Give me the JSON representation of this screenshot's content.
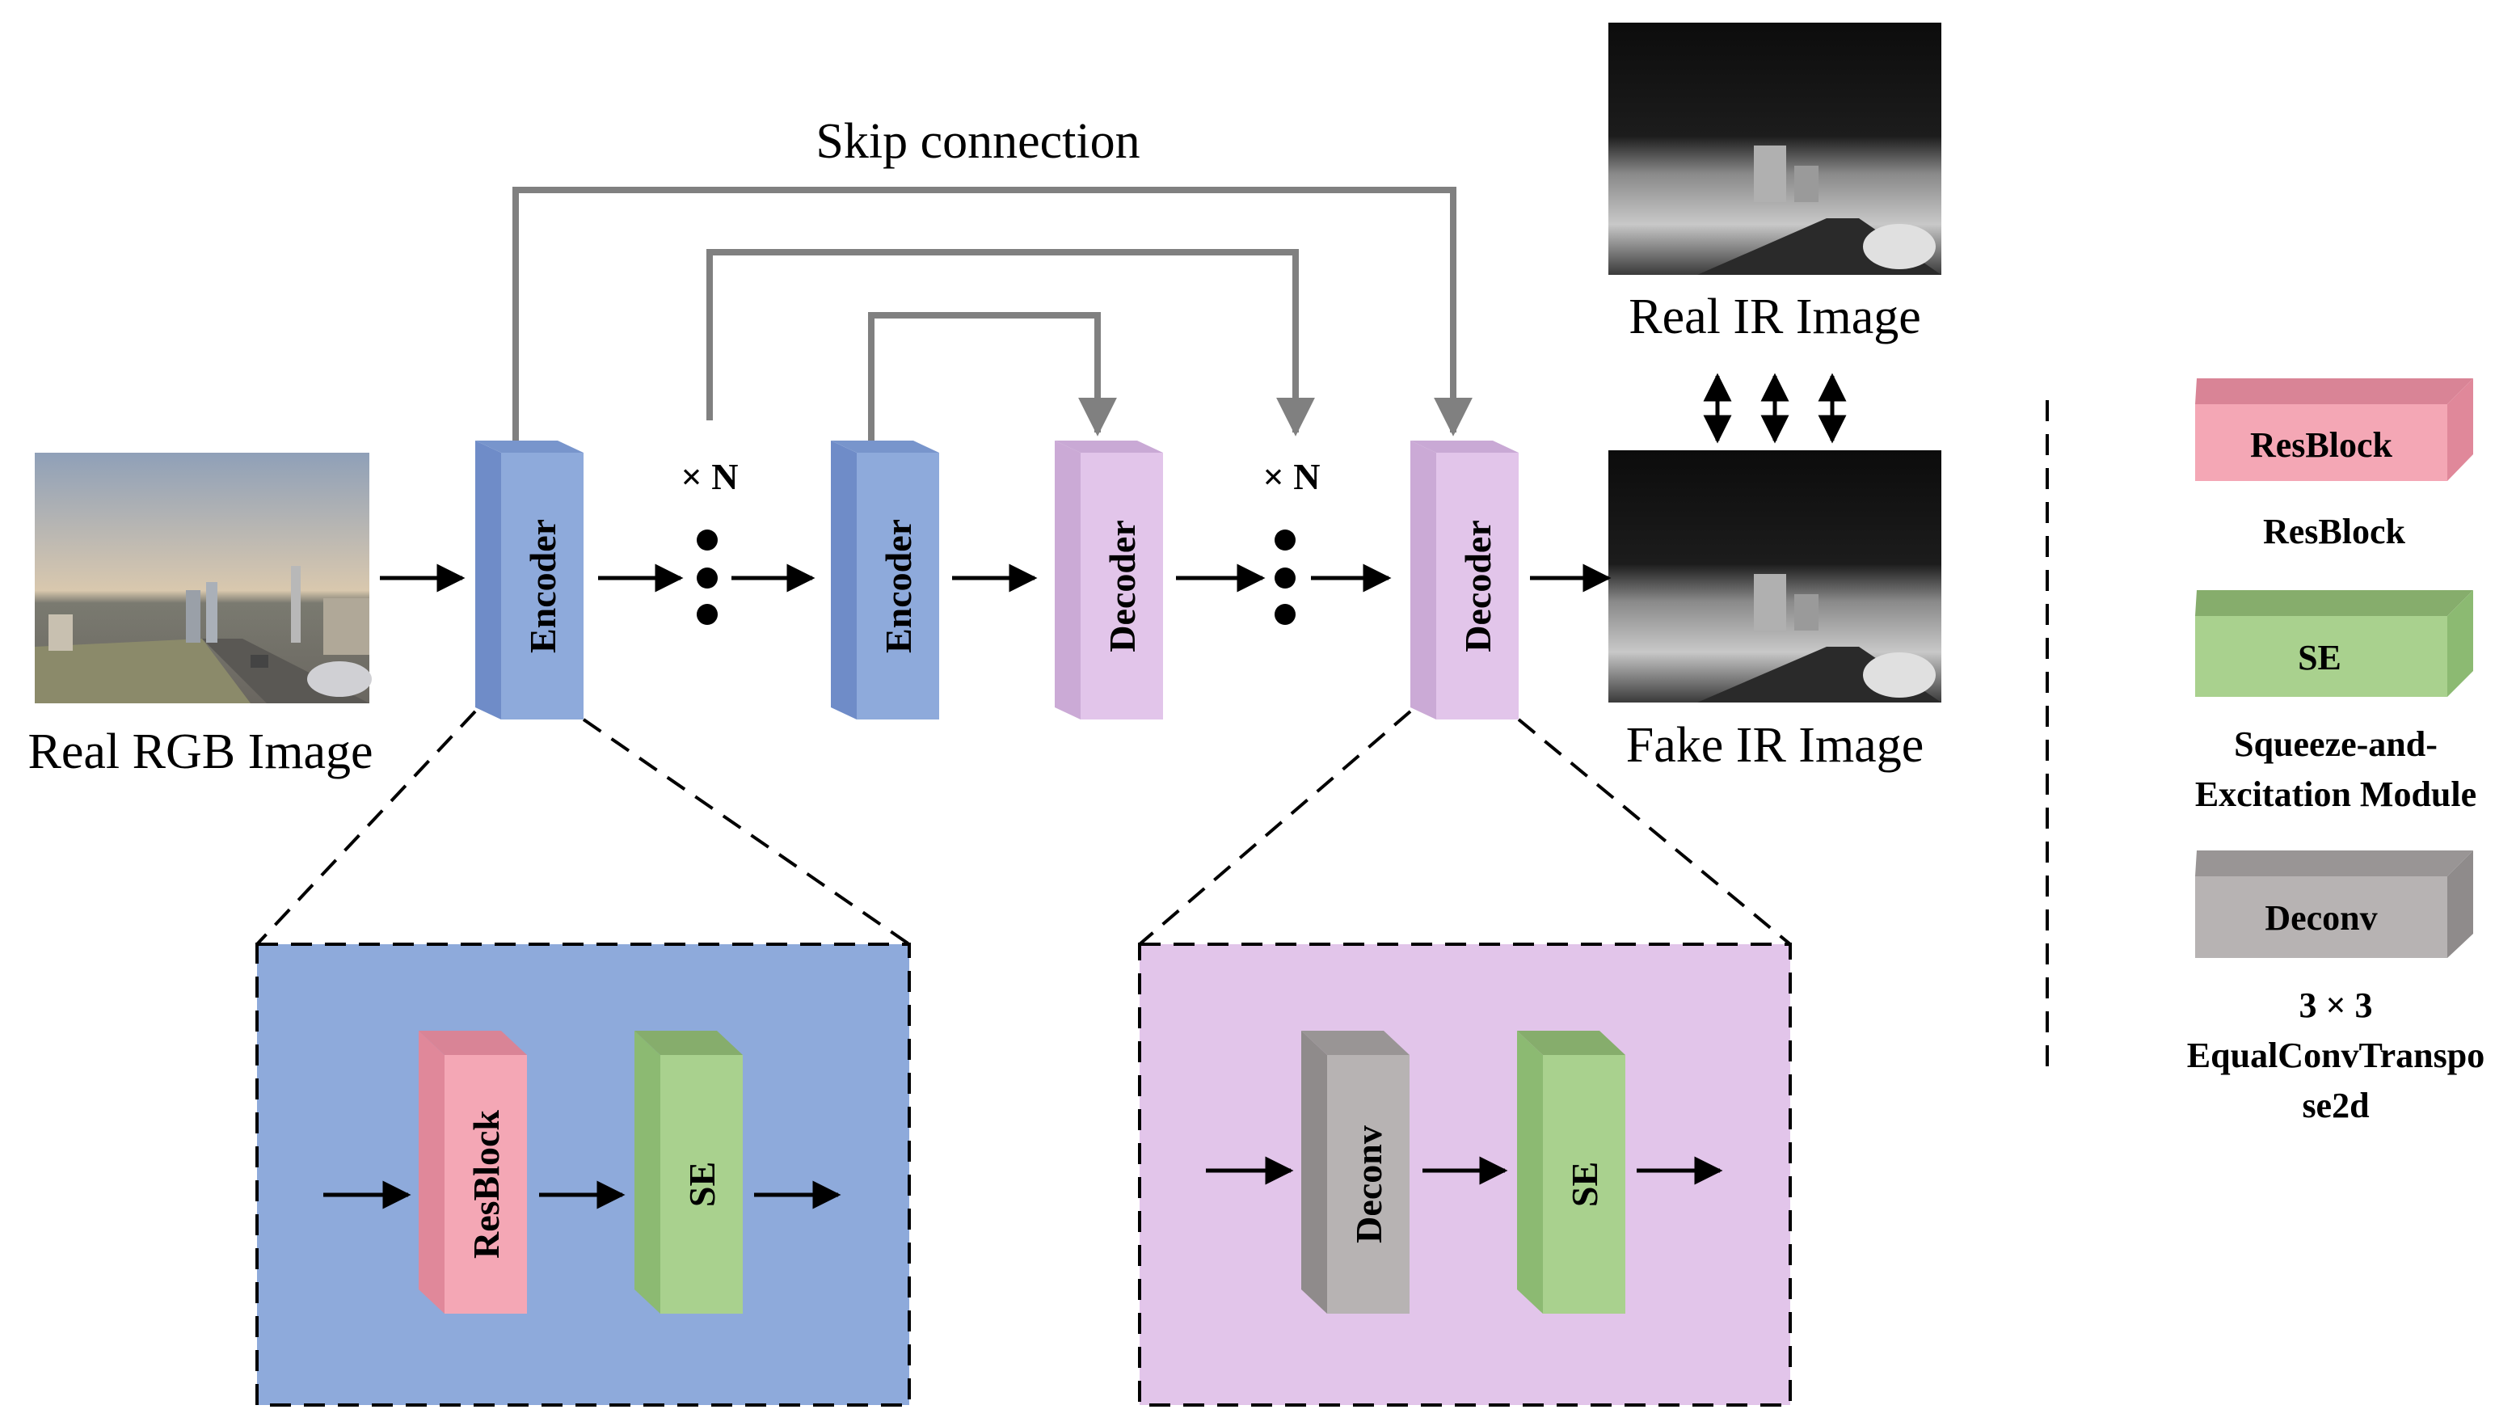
{
  "skip_label": "Skip connection",
  "inputs": {
    "real_rgb": "Real RGB Image",
    "real_ir": "Real IR Image",
    "fake_ir": "Fake IR Image"
  },
  "repeat_label": "× N",
  "blocks": {
    "encoder": "Encoder",
    "decoder": "Decoder",
    "resblock": "ResBlock",
    "se": "SE",
    "deconv": "Deconv"
  },
  "legend": {
    "resblock_label": "ResBlock",
    "resblock_desc": "ResBlock",
    "se_label": "SE",
    "se_desc_1": "Squeeze-and-",
    "se_desc_2": "Excitation Module",
    "deconv_label": "Deconv",
    "deconv_desc_1": "3 × 3",
    "deconv_desc_2": "EqualConvTranspo",
    "deconv_desc_3": "se2d"
  },
  "colors": {
    "encoder": "#8eaadb",
    "decoder": "#e2c5ea",
    "resblock": "#f4a7b5",
    "se": "#a9d18e",
    "deconv": "#b7b3b3",
    "skip_line": "#808080"
  }
}
